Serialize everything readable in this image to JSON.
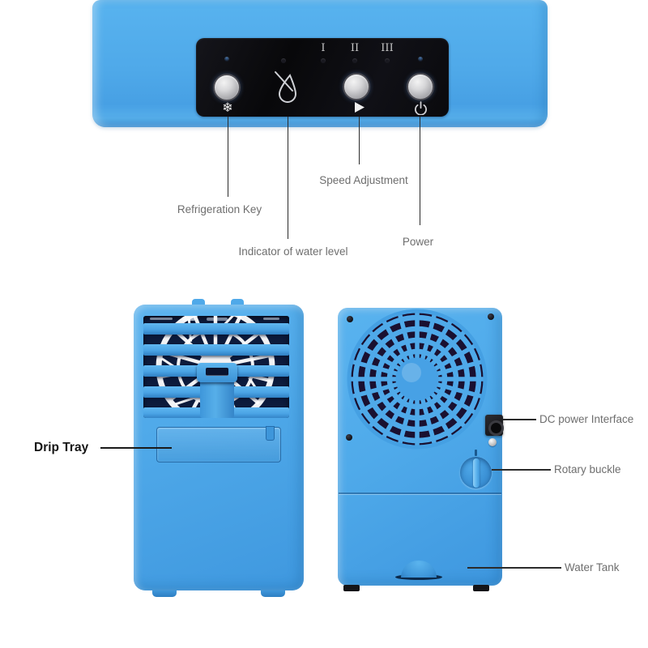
{
  "top_view": {
    "speed_levels": [
      "I",
      "II",
      "III"
    ],
    "callouts": {
      "refrigeration": "Refrigeration Key",
      "water_level": "Indicator of water level",
      "speed": "Speed Adjustment",
      "power": "Power"
    }
  },
  "front_view": {
    "callouts": {
      "drip_tray": "Drip Tray"
    }
  },
  "back_view": {
    "callouts": {
      "dc_power": "DC power Interface",
      "rotary_buckle": "Rotary buckle",
      "water_tank": "Water Tank"
    }
  },
  "icons": {
    "refrigeration": "snowflake-icon",
    "water_level": "water-drop-slash-icon",
    "speed": "play-triangle-icon",
    "power": "power-icon"
  },
  "colors": {
    "device_blue": "#4FA9E9",
    "device_blue_dark": "#2F7FC2",
    "panel_black": "#0B0B0D",
    "vent_dark": "#0D1B3C",
    "grille_dark": "#1A1030",
    "button_silver": "#C9C9CB",
    "callout_line": "#2B2B2B",
    "label_gray": "#6E6E6E",
    "drip_label_black": "#151515"
  }
}
